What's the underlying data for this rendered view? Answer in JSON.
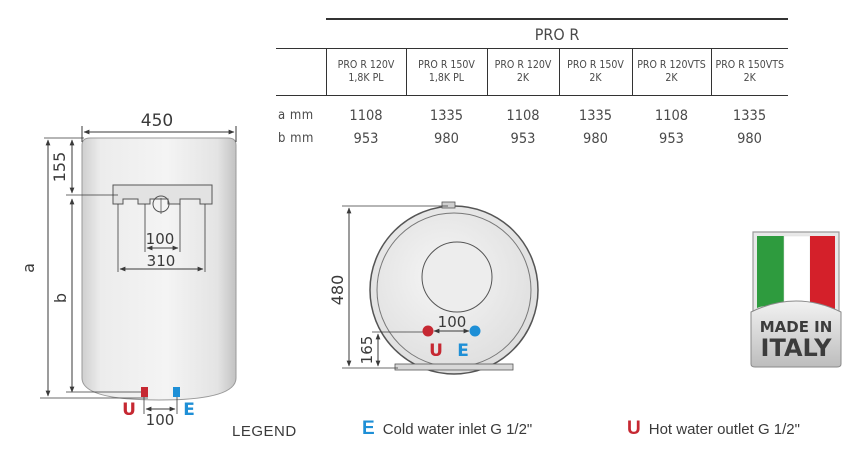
{
  "table": {
    "series": "PRO R",
    "models": [
      [
        "PRO R 120V",
        "1,8K PL"
      ],
      [
        "PRO R 150V",
        "1,8K PL"
      ],
      [
        "PRO R 120V",
        "2K"
      ],
      [
        "PRO R 150V",
        "2K"
      ],
      [
        "PRO R 120VTS",
        "2K"
      ],
      [
        "PRO R 150VTS",
        "2K"
      ]
    ],
    "rows": [
      {
        "label": "a  mm",
        "values": [
          "1108",
          "1335",
          "1108",
          "1335",
          "1108",
          "1335"
        ]
      },
      {
        "label": "b  mm",
        "values": [
          "953",
          "980",
          "953",
          "980",
          "953",
          "980"
        ]
      }
    ]
  },
  "front_view": {
    "width": "450",
    "top_offset": "155",
    "label_a": "a",
    "label_b": "b",
    "bracket_inner": "100",
    "bracket_outer": "310",
    "pipe_spacing": "100",
    "hot_letter": "U",
    "cold_letter": "E"
  },
  "side_view": {
    "height": "480",
    "pipe_height": "165",
    "pipe_spacing": "100",
    "hot_letter": "U",
    "cold_letter": "E"
  },
  "legend": {
    "title": "LEGEND",
    "cold_letter": "E",
    "cold_text": "Cold water inlet G 1/2\"",
    "hot_letter": "U",
    "hot_text": "Hot water outlet G 1/2\""
  },
  "badge": {
    "line1": "MADE IN",
    "line2": "ITALY",
    "flag_colors": [
      "#2e9b3e",
      "#ffffff",
      "#d4202a"
    ]
  },
  "colors": {
    "hot": "#c62832",
    "cold": "#1e8fd6",
    "line": "#3a3a3a"
  }
}
